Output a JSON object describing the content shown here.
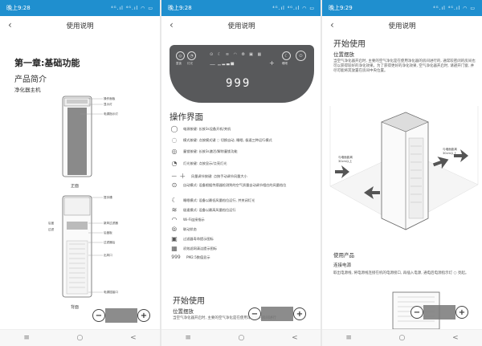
{
  "status_left": [
    "晚上9:28",
    "晚上9:28",
    "晚上9:29"
  ],
  "status_right": "⁴ᴳ.ıl ⁴ᴳ.ıl ◠ ▭",
  "page_title": "使用说明",
  "nav": {
    "menu": "≡",
    "home": "○",
    "back": "<"
  },
  "icons": {
    "back": "chevron-left-icon",
    "zoom_out": "zoom-out-icon",
    "zoom_in": "zoom-in-icon"
  },
  "p1": {
    "chapter": "第一章:基础功能",
    "intro": "产品简介",
    "sub": "净化器主机",
    "labels_top": [
      "操作面板",
      "显示灯",
      "电源指示灯"
    ],
    "caption_front": "正面",
    "labels_back": [
      "提手槽",
      "新风过滤器",
      "后盖板",
      "过滤器后",
      "出风口",
      "电源插接口"
    ],
    "labels_back_left": [
      "后盖",
      "过滤"
    ],
    "caption_back": "背面"
  },
  "p2": {
    "panel_btn_left": [
      "童锁",
      "灯光"
    ],
    "panel_btn_right": "睡眠",
    "display": "999",
    "section_ops": "操作界面",
    "rows": [
      {
        "icon": "◯",
        "name": "power-icon",
        "text": "电源按键: 长按3s设备开机/关机"
      },
      {
        "icon": "◌",
        "name": "mode-icon",
        "text": "模式按键: 点按模式键 ◌ 切换自动, 睡眠, 极速三种运行模式"
      },
      {
        "icon": "◎",
        "name": "lock-icon",
        "text": "童锁按键: 长按3s激活/解除童锁功能"
      },
      {
        "icon": "◔",
        "name": "light-icon",
        "text": "灯光按键: 点按显示/点亮灯光"
      },
      {
        "icon": "－ ＋",
        "name": "fan-speed-icon",
        "text": "风量调节按键: 点按手动调节风量大小"
      },
      {
        "icon": "⊙",
        "name": "auto-icon",
        "text": "自动模式: 设备根据传感器检测到的空气质量自动调节相应的风量档位"
      },
      {
        "icon": "☾",
        "name": "sleep-icon",
        "text": "睡眠模式: 设备以最低风量档位运行, 并关闭灯光"
      },
      {
        "icon": "≋",
        "name": "turbo-icon",
        "text": "极速模式: 设备以最高风量档位运行"
      },
      {
        "icon": "◠",
        "name": "wifi-icon",
        "text": "Wi-Fi连接指示"
      },
      {
        "icon": "⦾",
        "name": "link-icon",
        "text": "联动状态"
      },
      {
        "icon": "▣",
        "name": "filter-icon",
        "text": "过滤器寿命提示图标"
      },
      {
        "icon": "▦",
        "name": "filter-clean-icon",
        "text": "初效滤网清洁提示图标"
      },
      {
        "icon": "999",
        "name": "pm-digits-icon",
        "text": "PM2.5数值显示"
      }
    ],
    "section_start": "开始使用",
    "placement": "位置摆放",
    "placement_text": "当空气净化器开启时, 主要的空气净化是在使用净化器的房间进行"
  },
  "p3": {
    "section_start": "开始使用",
    "placement": "位置摆放",
    "placement_text": "当空气净化器开启时, 主要的空气净化是在使用净化器的房间进行的, 通常较密闭的房间也可以获得较好的净化效果。为了获得更好的净化效果, 空气净化器开启时, 请避开门窗, 并尽可能将其放置在房间中央位置。",
    "wall_left": "与墙面距离\n30cm以上",
    "wall_right": "与墙面距离\n30cm以上",
    "use": "使用产品",
    "power": "连接电源",
    "power_text": "取出电源线, 将电源线连接在机的电源接口, 再插入电源, 通电后电源指示灯 ○ 亮起。"
  }
}
